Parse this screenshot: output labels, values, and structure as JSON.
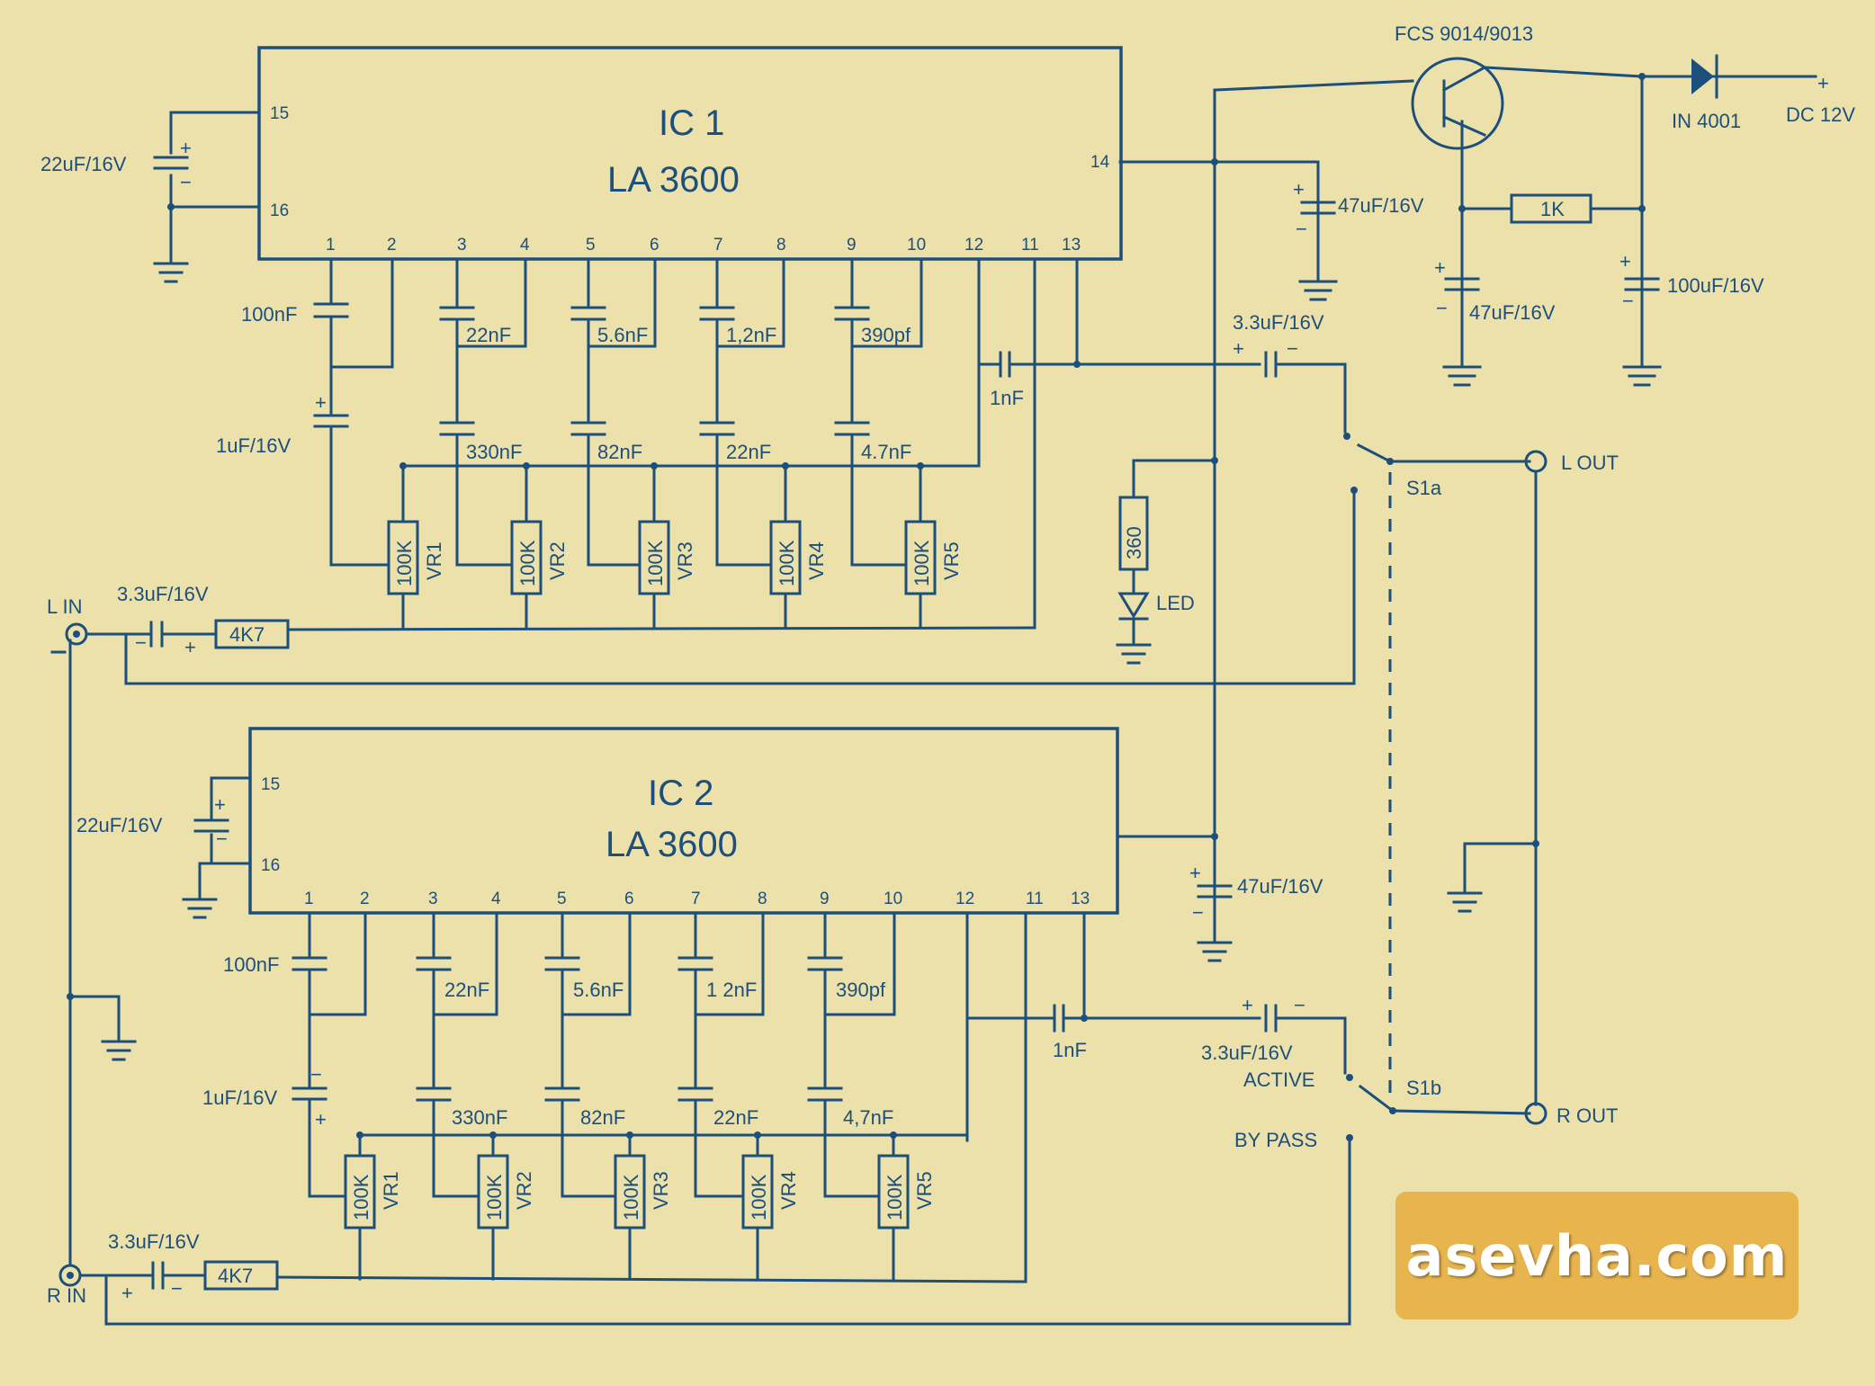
{
  "ic1": {
    "name": "IC 1",
    "part": "LA 3600"
  },
  "ic2": {
    "name": "IC 2",
    "part": "LA 3600"
  },
  "pins_top": [
    "1",
    "2",
    "3",
    "4",
    "5",
    "6",
    "7",
    "8",
    "9",
    "10",
    "12",
    "11",
    "13"
  ],
  "pin15": "15",
  "pin16": "16",
  "pin14": "14",
  "caps_upper": [
    "100nF",
    "22nF",
    "5.6nF",
    "1,2nF",
    "390pf"
  ],
  "caps_lower": [
    "330nF",
    "82nF",
    "22nF",
    "4.7nF"
  ],
  "ic2_caps_upper": [
    "100nF",
    "22nF",
    "5.6nF",
    "1 2nF",
    "390pf"
  ],
  "ic2_caps_lower": [
    "330nF",
    "82nF",
    "22nF",
    "4,7nF"
  ],
  "pots": [
    "VR1",
    "VR2",
    "VR3",
    "VR4",
    "VR5"
  ],
  "pot_value": "100K",
  "coupling_cap": "1nF",
  "supply_cap_ic": "22uF/16V",
  "bias_cap": "1uF/16V",
  "input_cap": "3.3uF/16V",
  "input_res": "4K7",
  "filter_cap_a": "47uF/16V",
  "filter_cap_b": "100uF/16V",
  "out_cap": "3.3uF/16V",
  "transistor": "FCS 9014/9013",
  "diode": "IN 4001",
  "supply": "DC 12V",
  "res_1k": "1K",
  "res_360": "360",
  "led": "LED",
  "l_in": "L IN",
  "r_in": "R IN",
  "l_out": "L OUT",
  "r_out": "R OUT",
  "switch_a": "S1a",
  "switch_b": "S1b",
  "active": "ACTIVE",
  "bypass": "BY PASS",
  "plus": "+",
  "minus": "−",
  "watermark": "asevha.com"
}
